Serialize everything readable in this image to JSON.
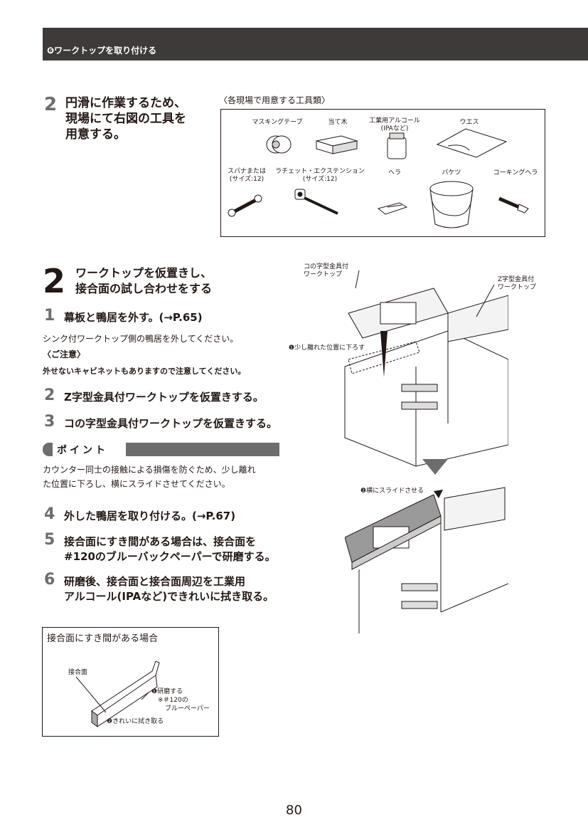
{
  "header": {
    "title": "❻ワークトップを取り付ける"
  },
  "prep": {
    "step_num": "2",
    "text_lines": [
      "円滑に作業するため、",
      "現場にて右図の工具を",
      "用意する。"
    ],
    "tools_title": "〈各現場で用意する工具類〉",
    "tools": [
      {
        "label": "マスキングテープ",
        "icon": "masking-tape-icon"
      },
      {
        "label": "当て木",
        "icon": "wood-block-icon"
      },
      {
        "label": "工業用アルコール\n(IPAなど)",
        "icon": "alcohol-bottle-icon"
      },
      {
        "label": "ウエス",
        "icon": "cloth-icon"
      },
      {
        "label": "スパナまたは\n(サイズ:12)",
        "icon": "spanner-icon"
      },
      {
        "label": "ラチェット・エクステンション\n(サイズ:12)",
        "icon": "ratchet-icon"
      },
      {
        "label": "ヘラ",
        "icon": "spatula-icon"
      },
      {
        "label": "バケツ",
        "icon": "bucket-icon"
      },
      {
        "label": "コーキングヘラ",
        "icon": "caulking-spatula-icon"
      }
    ]
  },
  "section2": {
    "num": "2",
    "title_lines": [
      "ワークトップを仮置きし、",
      "接合面の試し合わせをする"
    ],
    "step1_num": "1",
    "step1_text": "幕板と鴨居を外す。(→P.65)",
    "step1_note": "シンク付ワークトップ側の鴨居を外してください。",
    "caution_title": "〈ご注意〉",
    "caution_text": "外せないキャビネットもありますので注意してください。",
    "step2_num": "2",
    "step2_text": "Z字型金具付ワークトップを仮置きする。",
    "step3_num": "3",
    "step3_text": "コの字型金具付ワークトップを仮置きする。",
    "point_label": "ポイント",
    "point_lines": [
      "カウンター同士の接触による損傷を防ぐため、少し離れ",
      "た位置に下ろし、横にスライドさせてください。"
    ],
    "step4_num": "4",
    "step4_text": "外した鴨居を取り付ける。(→P.67)",
    "step5_num": "5",
    "step5_lines": [
      "接合面にすき間がある場合は、接合面を",
      "#120のブルーバックペーパーで研磨する。"
    ],
    "step6_num": "6",
    "step6_lines": [
      "研磨後、接合面と接合面周辺を工業用",
      "アルコール(IPAなど)できれいに拭き取る。"
    ]
  },
  "figure_top": {
    "label_u": [
      "コの字型金具付",
      "ワークトップ"
    ],
    "label_z": [
      "Z字型金具付",
      "ワークトップ"
    ],
    "label_lower": "❶少し離れた位置に下ろす"
  },
  "figure_bottom": {
    "label_slide": "❷横にスライドさせる"
  },
  "joint_box": {
    "title": "接合面にすき間がある場合",
    "label_face": "接合面",
    "label_polish": "❶研磨する",
    "label_polish_note1": "※＃120の",
    "label_polish_note2": "ブルーペーパー",
    "label_wipe": "❷きれいに拭き取る"
  },
  "page_number": "80"
}
